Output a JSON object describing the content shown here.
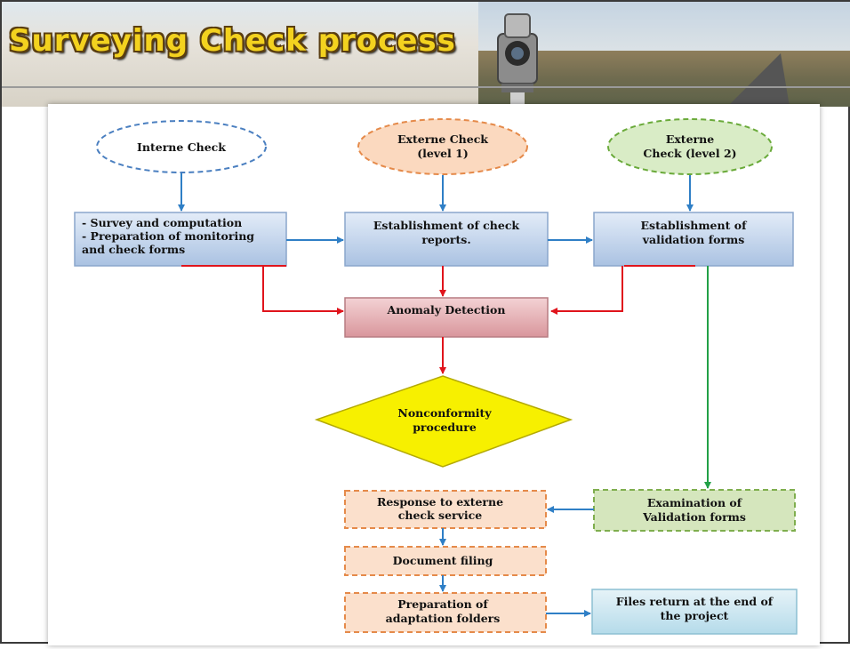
{
  "slide": {
    "title": "Surveying Check process"
  },
  "diagram": {
    "nodes": {
      "interne_check": "Interne Check",
      "externe_check_1": [
        "Externe Check",
        "(level 1)"
      ],
      "externe_check_2": [
        "Externe",
        "Check (level 2)"
      ],
      "survey_box": [
        "- Survey and computation",
        "- Preparation of monitoring",
        "and check forms"
      ],
      "check_reports": [
        "Establishment of check",
        "reports."
      ],
      "validation_forms": [
        "Establishment of",
        "validation forms"
      ],
      "anomaly": "Anomaly Detection",
      "nonconformity": [
        "Nonconformity",
        "procedure"
      ],
      "response": [
        "Response to  externe",
        "check  service"
      ],
      "examination": [
        "Examination of",
        "Validation forms"
      ],
      "document_filing": "Document filing",
      "adaptation": [
        "Preparation of",
        "adaptation folders"
      ],
      "files_return": [
        "Files return at the end of",
        "the project"
      ]
    },
    "colors": {
      "blue_arrow": "#2f7fc6",
      "red_arrow": "#e0141c",
      "green_arrow": "#22a046",
      "oval_interne_stroke": "#4a7fc0",
      "oval_ext1_fill": "#fbd9bf",
      "oval_ext1_stroke": "#e58a4a",
      "oval_ext2_fill": "#d9ecc6",
      "oval_ext2_stroke": "#6aaa3a",
      "blue_box_fill": "#c9d8ee",
      "anomaly_fill": "#e9b4b8",
      "diamond_fill": "#f7f000",
      "orange_box_fill": "#fbe0cc",
      "green_box_fill": "#d5e6bd",
      "teal_box_fill": "#cfe6f0"
    }
  }
}
